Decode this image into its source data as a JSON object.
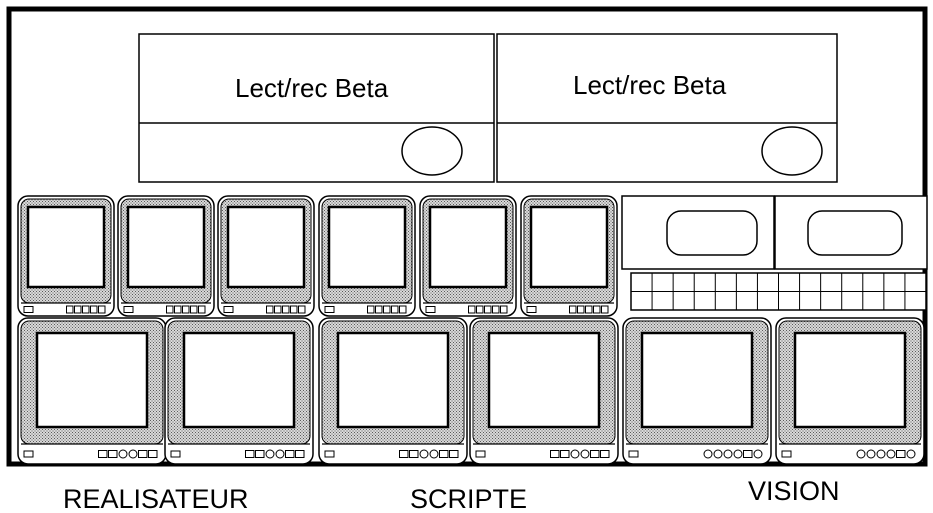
{
  "decks": [
    {
      "label": "Lect/rec Beta"
    },
    {
      "label": "Lect/rec Beta"
    }
  ],
  "sections": [
    {
      "label": "REALISATEUR"
    },
    {
      "label": "SCRIPTE"
    },
    {
      "label": "VISION"
    }
  ],
  "colors": {
    "line": "#000000",
    "background": "#ffffff",
    "bezel_dots": "#5a5a5a"
  }
}
